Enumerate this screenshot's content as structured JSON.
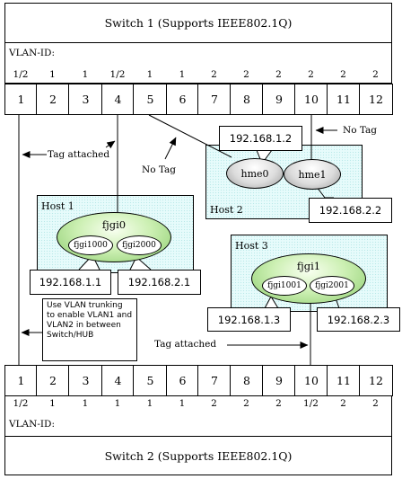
{
  "switch1": {
    "title": "Switch 1 (Supports IEEE802.1Q)",
    "vlan_id_label": "VLAN-ID:",
    "ports": [
      "1",
      "2",
      "3",
      "4",
      "5",
      "6",
      "7",
      "8",
      "9",
      "10",
      "11",
      "12"
    ],
    "vlans": [
      "1/2",
      "1",
      "1",
      "1/2",
      "1",
      "1",
      "2",
      "2",
      "2",
      "2",
      "2",
      "2"
    ]
  },
  "switch2": {
    "title": "Switch 2 (Supports IEEE802.1Q)",
    "vlan_id_label": "VLAN-ID:",
    "ports": [
      "1",
      "2",
      "3",
      "4",
      "5",
      "6",
      "7",
      "8",
      "9",
      "10",
      "11",
      "12"
    ],
    "vlans": [
      "1/2",
      "1",
      "1",
      "1",
      "1",
      "1",
      "2",
      "2",
      "2",
      "1/2",
      "2",
      "2"
    ]
  },
  "host1": {
    "label": "Host 1",
    "interface": "fjgi0",
    "vlan_interfaces": [
      "fjgi1000",
      "fjgi2000"
    ],
    "ips": [
      "192.168.1.1",
      "192.168.2.1"
    ]
  },
  "host2": {
    "label": "Host 2",
    "interfaces": [
      "hme0",
      "hme1"
    ],
    "ips": [
      "192.168.1.2",
      "192.168.2.2"
    ]
  },
  "host3": {
    "label": "Host 3",
    "interface": "fjgi1",
    "vlan_interfaces": [
      "fjgi1001",
      "fjgi2001"
    ],
    "ips": [
      "192.168.1.3",
      "192.168.2.3"
    ]
  },
  "annotations": {
    "tag_attached_top": "Tag attached",
    "no_tag_center": "No Tag",
    "no_tag_right": "No Tag",
    "tag_attached_bottom": "Tag attached",
    "trunk_note": "Use VLAN trunking to enable VLAN1 and VLAN2 in between Switch/HUB"
  },
  "colors": {
    "host_background": "#e6fbfb",
    "fjgi_fill": "#b8e6a0",
    "hme_fill": "#d0d0d0"
  }
}
